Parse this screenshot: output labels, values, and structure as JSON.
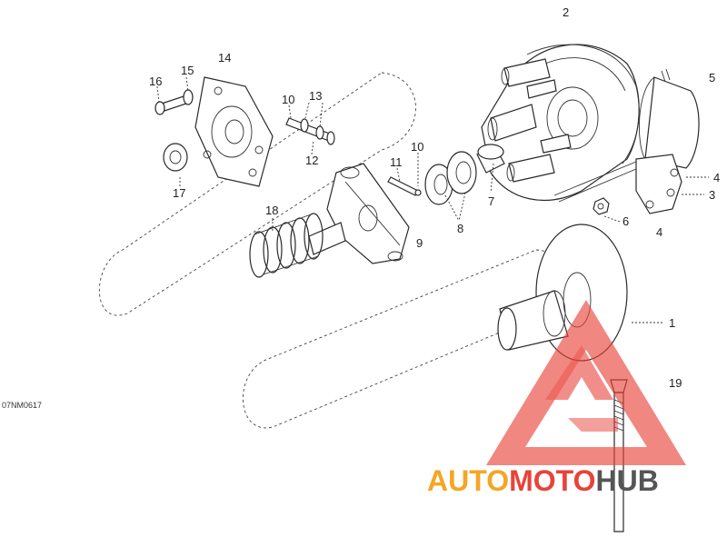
{
  "diagram": {
    "drawing_code": "07NM0617",
    "callouts": [
      "1",
      "2",
      "3",
      "4",
      "4",
      "5",
      "6",
      "7",
      "8",
      "9",
      "10",
      "10",
      "11",
      "12",
      "13",
      "14",
      "15",
      "16",
      "17",
      "18",
      "19"
    ]
  },
  "watermark": {
    "part1": "AUTO",
    "part2": "MOTO",
    "part3": "HUB",
    "colors": {
      "red": "#e8433a",
      "orange": "#f5a623",
      "gray": "#555555"
    }
  }
}
